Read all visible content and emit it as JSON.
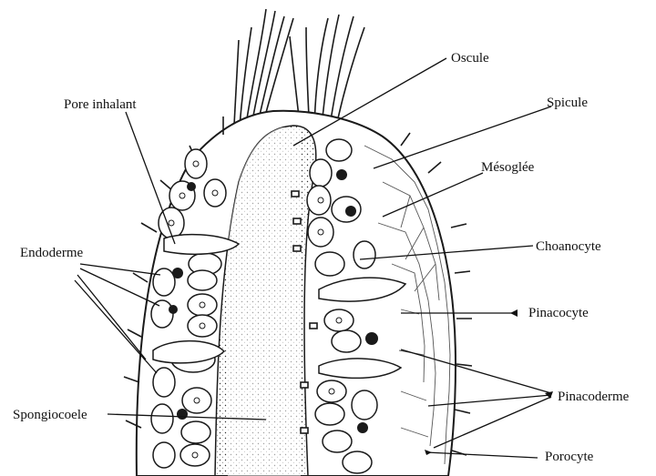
{
  "labels": {
    "oscule": "Oscule",
    "pore_inhalant": "Pore inhalant",
    "spicule": "Spicule",
    "mesoglee": "Mésoglée",
    "endoderme": "Endoderme",
    "choanocyte": "Choanocyte",
    "pinacocyte": "Pinacocyte",
    "pinacoderme": "Pinacoderme",
    "spongiocoele": "Spongiocoele",
    "porocyte": "Porocyte"
  }
}
